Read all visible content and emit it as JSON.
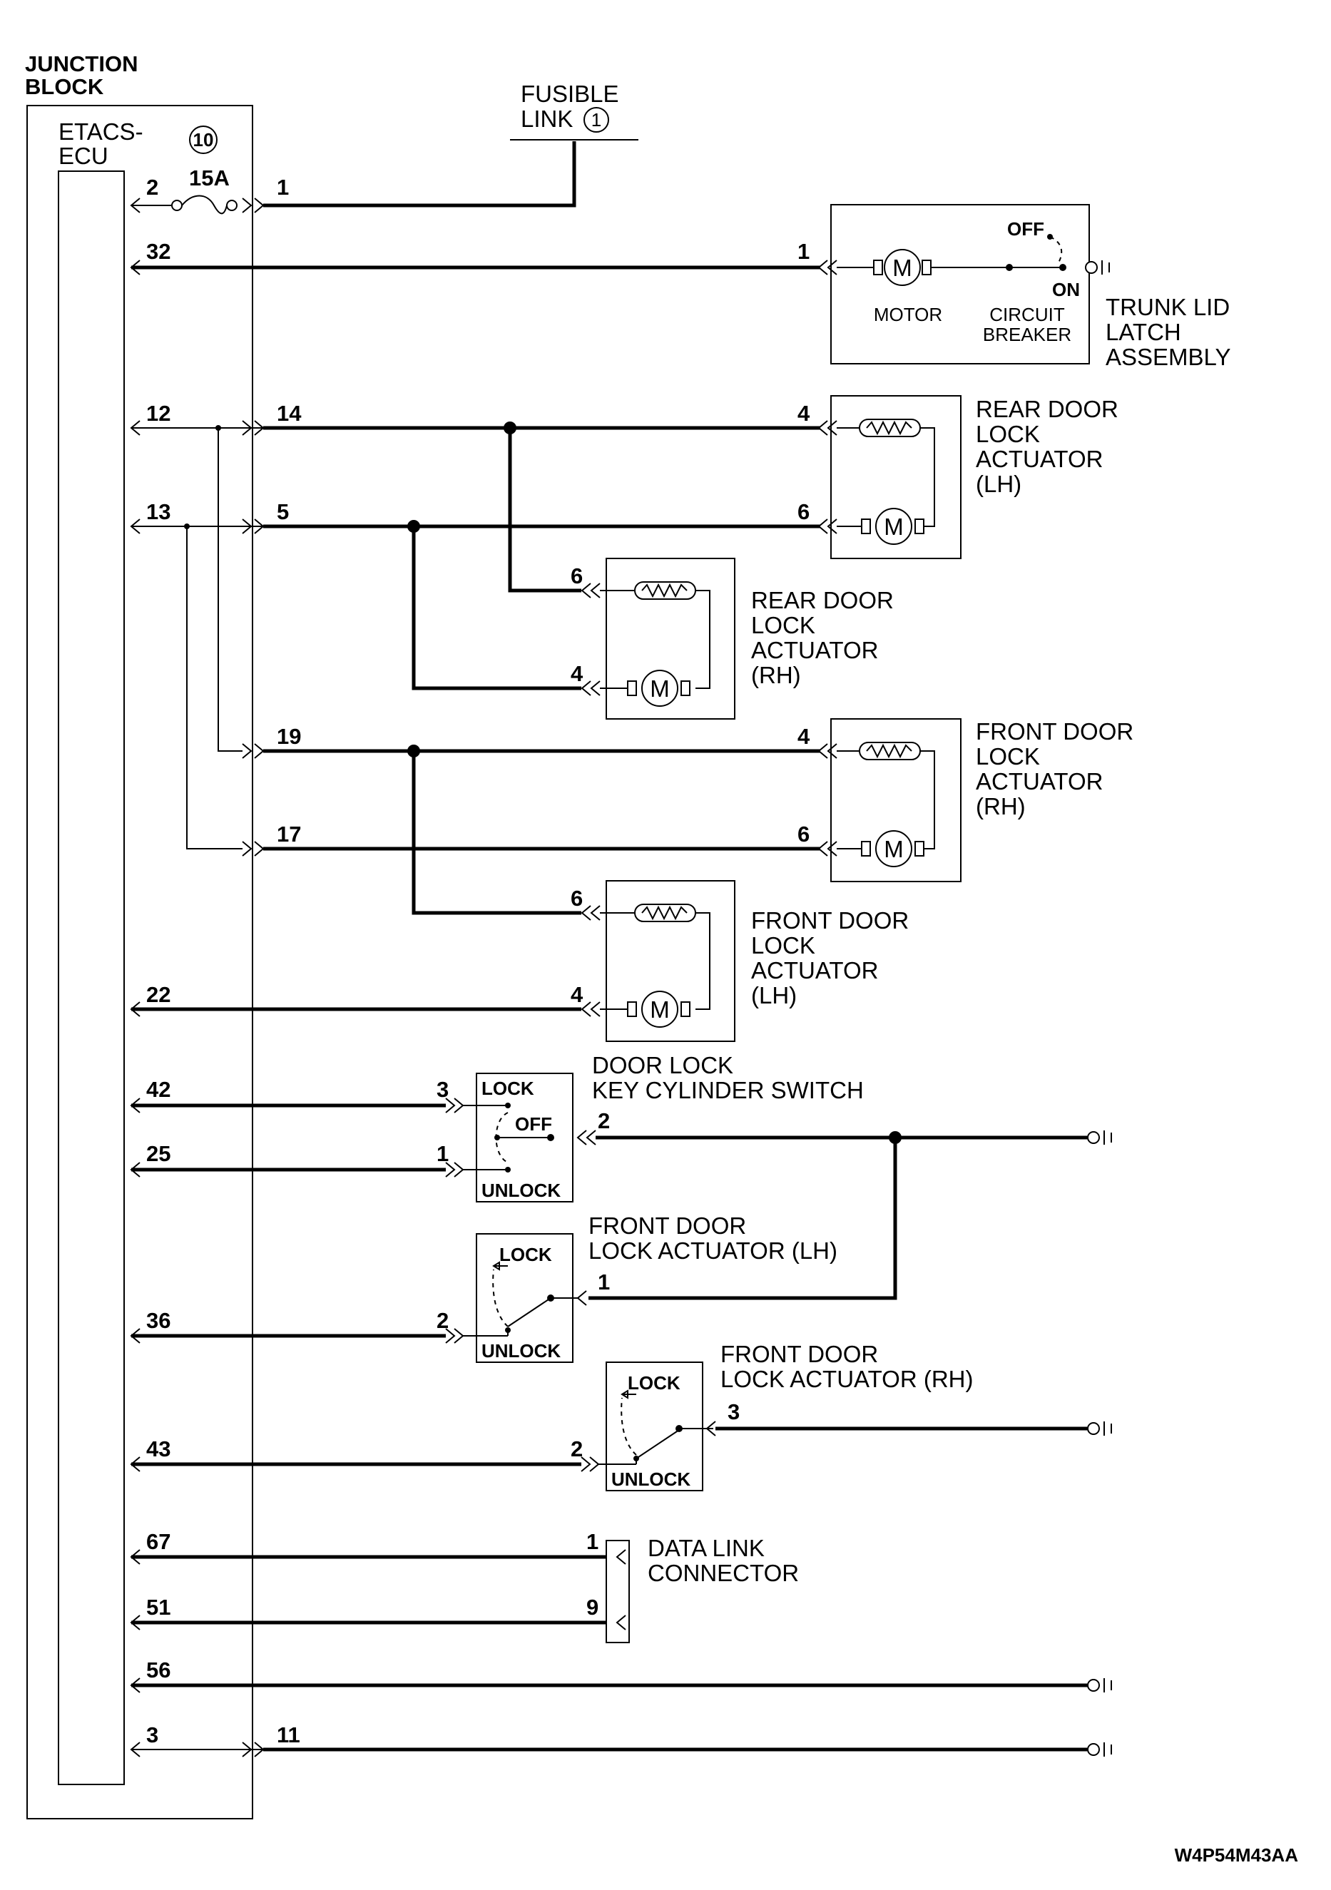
{
  "diagram_code": "W4P54M43AA",
  "junction_block": {
    "title_line1": "JUNCTION",
    "title_line2": "BLOCK",
    "ecu_line1": "ETACS-",
    "ecu_line2": "ECU",
    "fuse_number": "10",
    "fuse_rating": "15A",
    "pins_left": [
      "2",
      "32",
      "12",
      "13",
      "22",
      "42",
      "25",
      "36",
      "43",
      "67",
      "51",
      "56",
      "3"
    ],
    "pins_right": [
      "1",
      "14",
      "5",
      "19",
      "17",
      "11"
    ]
  },
  "fusible_link": {
    "line1": "FUSIBLE",
    "line2": "LINK",
    "number": "1"
  },
  "trunk_lid": {
    "label_lines": [
      "TRUNK LID",
      "LATCH",
      "ASSEMBLY"
    ],
    "pin": "1",
    "motor_label": "MOTOR",
    "breaker_line1": "CIRCUIT",
    "breaker_line2": "BREAKER",
    "off_label": "OFF",
    "on_label": "ON"
  },
  "rear_lh": {
    "label_lines": [
      "REAR DOOR",
      "LOCK",
      "ACTUATOR",
      "(LH)"
    ],
    "pin_top": "4",
    "pin_bottom": "6"
  },
  "rear_rh": {
    "label_lines": [
      "REAR DOOR",
      "LOCK",
      "ACTUATOR",
      "(RH)"
    ],
    "pin_top": "6",
    "pin_bottom": "4"
  },
  "front_rh": {
    "label_lines": [
      "FRONT DOOR",
      "LOCK",
      "ACTUATOR",
      "(RH)"
    ],
    "pin_top": "4",
    "pin_bottom": "6"
  },
  "front_lh": {
    "label_lines": [
      "FRONT DOOR",
      "LOCK",
      "ACTUATOR",
      "(LH)"
    ],
    "pin_top": "6",
    "pin_bottom": "4"
  },
  "key_switch": {
    "label_line1": "DOOR LOCK",
    "label_line2": "KEY CYLINDER SWITCH",
    "lock": "LOCK",
    "off": "OFF",
    "unlock": "UNLOCK",
    "pin_lock": "3",
    "pin_unlock": "1",
    "pin_common": "2"
  },
  "lh_switch": {
    "label_line1": "FRONT DOOR",
    "label_line2": "LOCK ACTUATOR (LH)",
    "lock": "LOCK",
    "unlock": "UNLOCK",
    "pin_left": "2",
    "pin_right": "1"
  },
  "rh_switch": {
    "label_line1": "FRONT DOOR",
    "label_line2": "LOCK ACTUATOR (RH)",
    "lock": "LOCK",
    "unlock": "UNLOCK",
    "pin_left": "2",
    "pin_right": "3"
  },
  "data_link": {
    "label_line1": "DATA LINK",
    "label_line2": "CONNECTOR",
    "pin_top": "1",
    "pin_bottom": "9"
  }
}
